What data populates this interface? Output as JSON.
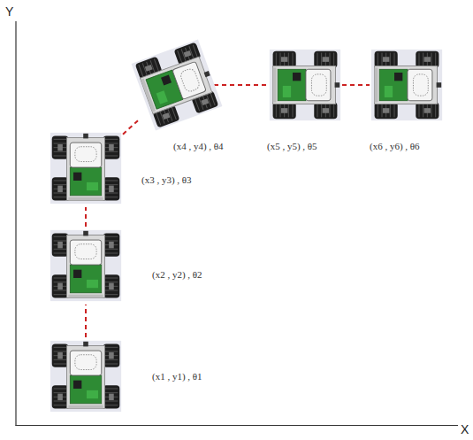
{
  "diagram": {
    "nodes": [
      {
        "text": [
          "(x1 , y1) , θ1"
        ]
      },
      {
        "text": [
          "(x2 , y2) , θ2"
        ]
      },
      {
        "text": [
          "(x3 , y3) , θ3"
        ]
      },
      {
        "text": [
          "(x4 , y4) , θ4"
        ]
      },
      {
        "text": [
          "(x5 , y5) , θ5"
        ]
      },
      {
        "text": [
          "(x6 , y6) , θ6"
        ]
      }
    ],
    "edges": [
      {
        "from": 0,
        "to": 1,
        "arrow": "none"
      },
      {
        "from": 1,
        "to": 2,
        "arrow": "none"
      },
      {
        "from": 2,
        "to": 3,
        "arrow": "none"
      },
      {
        "from": 3,
        "to": 4,
        "arrow": "none"
      },
      {
        "from": 4,
        "to": 5,
        "arrow": "none"
      }
    ],
    "labels": [
      "Y",
      "X"
    ]
  }
}
